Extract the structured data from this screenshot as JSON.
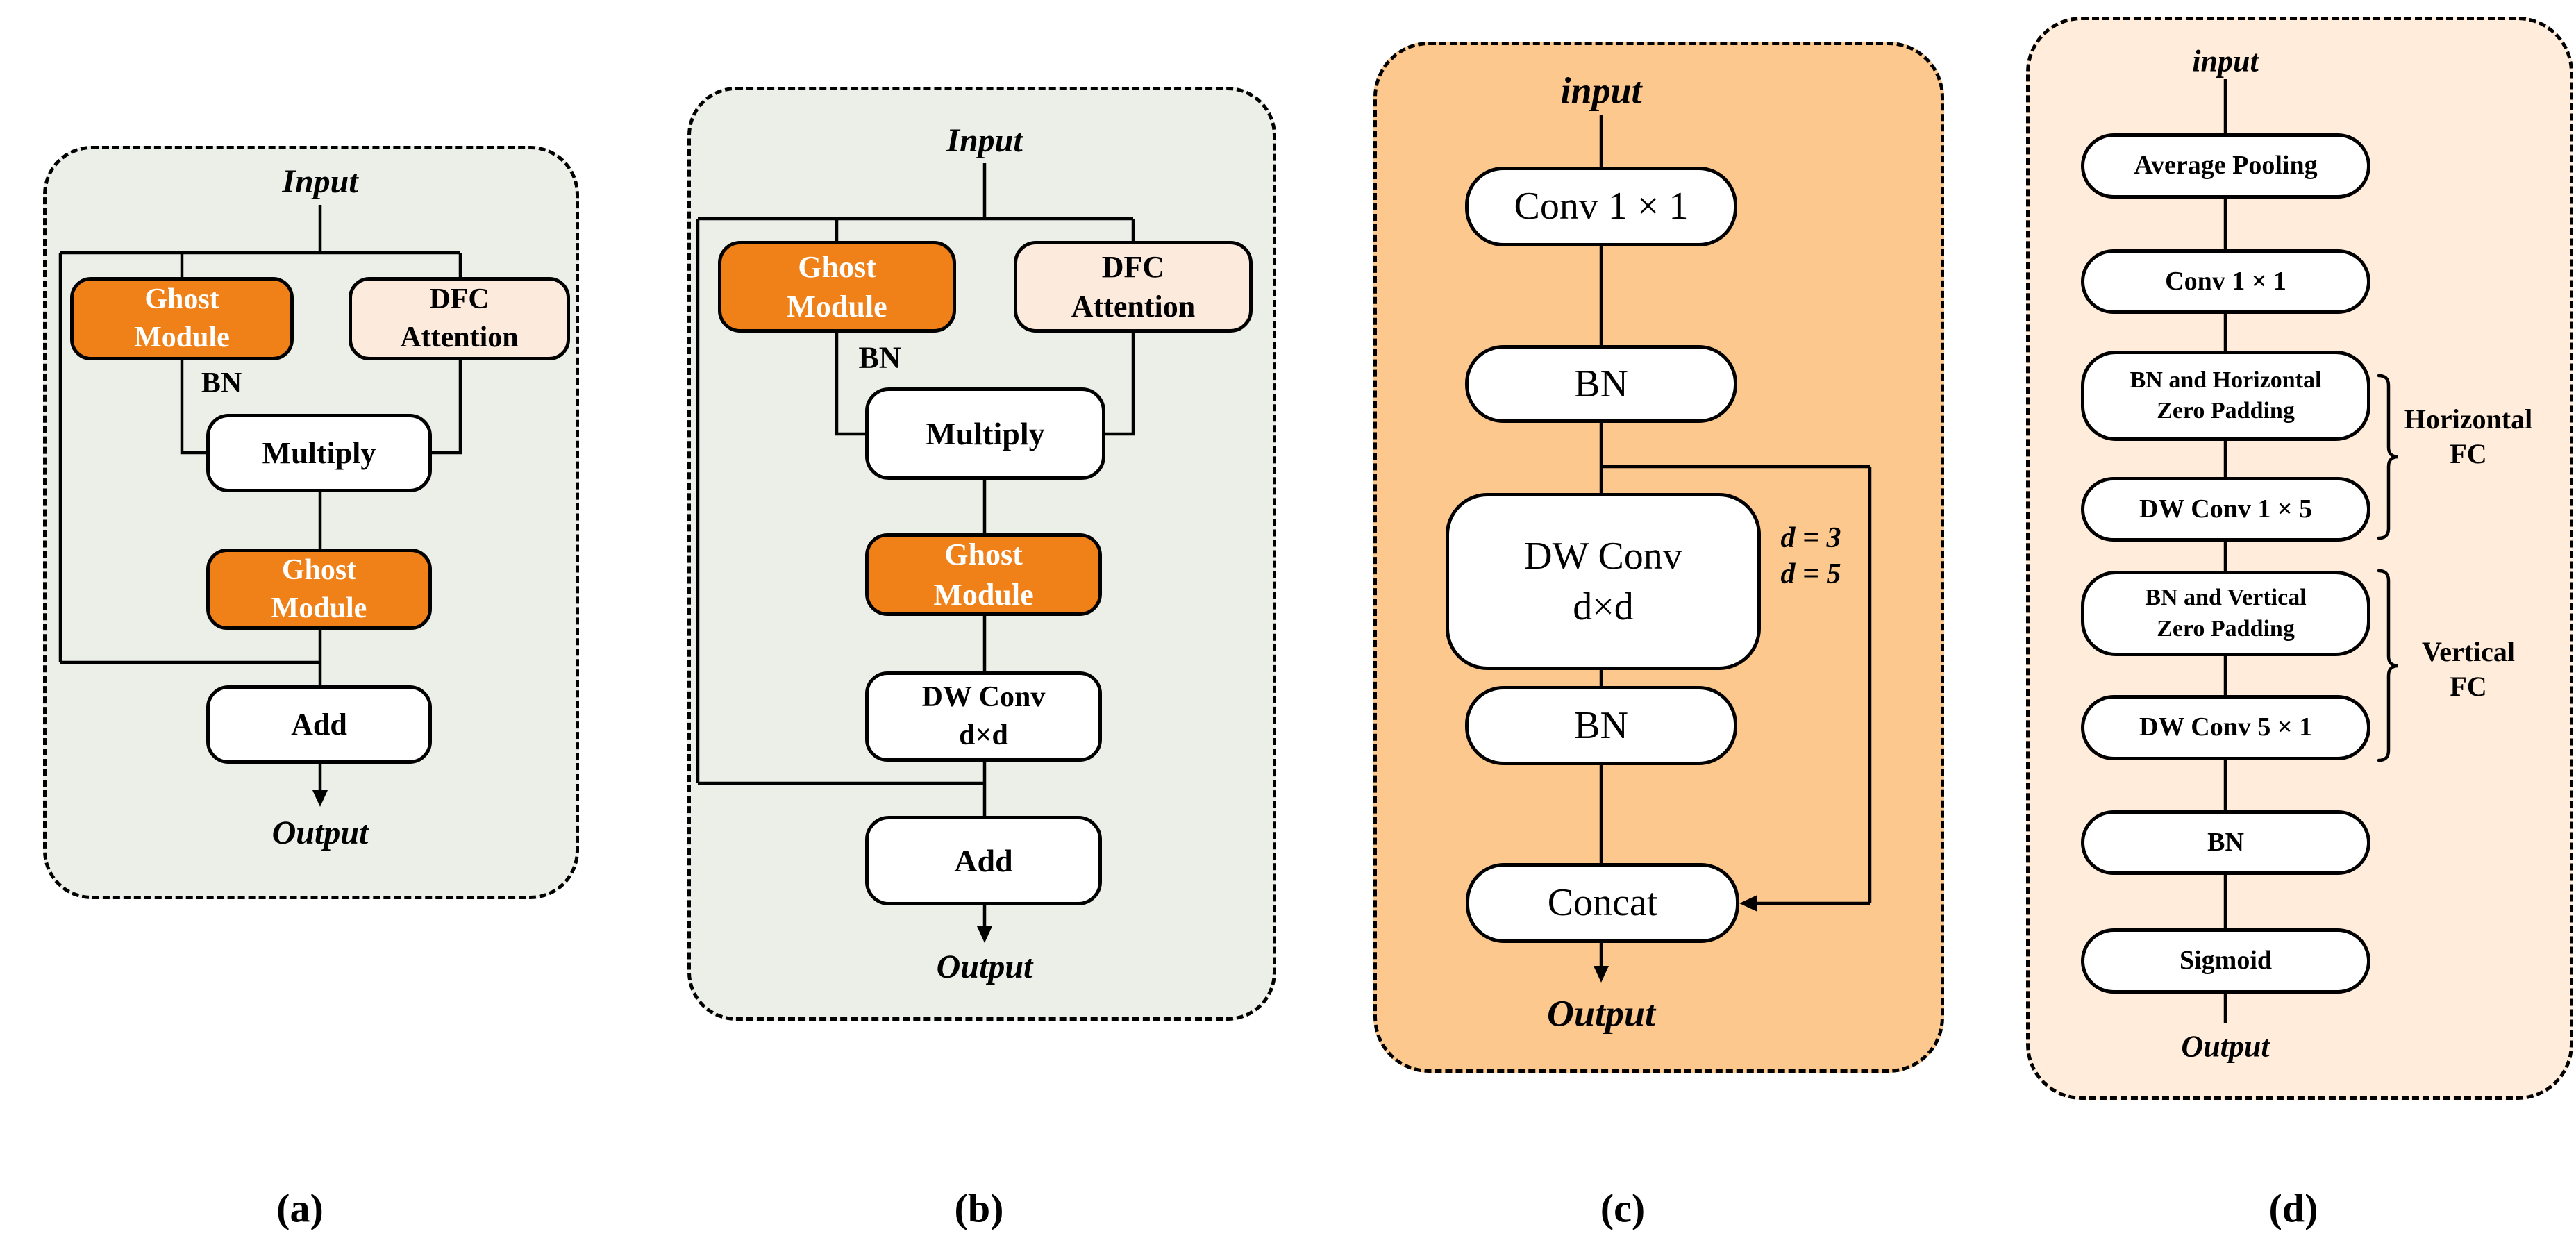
{
  "figure": {
    "captions": {
      "a": "(a)",
      "b": "(b)",
      "c": "(c)",
      "d": "(d)"
    },
    "panel_a": {
      "input": "Input",
      "ghost_module_top": "Ghost\nModule",
      "dfc_attention": "DFC\nAttention",
      "bn": "BN",
      "multiply": "Multiply",
      "ghost_module_bottom": "Ghost\nModule",
      "add": "Add",
      "output": "Output"
    },
    "panel_b": {
      "input": "Input",
      "ghost_module_top": "Ghost\nModule",
      "dfc_attention": "DFC\nAttention",
      "bn": "BN",
      "multiply": "Multiply",
      "ghost_module_bottom": "Ghost\nModule",
      "dw_conv": "DW Conv\nd×d",
      "add": "Add",
      "output": "Output"
    },
    "panel_c": {
      "input": "input",
      "conv1x1": "Conv 1 × 1",
      "bn1": "BN",
      "dw_conv": "DW Conv\nd×d",
      "d3": "d = 3",
      "d5": "d = 5",
      "bn2": "BN",
      "concat": "Concat",
      "output": "Output"
    },
    "panel_d": {
      "input": "input",
      "avg_pool": "Average Pooling",
      "conv1x1": "Conv 1 × 1",
      "bn_horizontal": "BN and Horizontal\nZero Padding",
      "dw_conv_1x5": "DW Conv 1 × 5",
      "bn_vertical": "BN and Vertical\nZero Padding",
      "dw_conv_5x1": "DW Conv 5 × 1",
      "bn": "BN",
      "sigmoid": "Sigmoid",
      "horizontal_fc": "Horizontal\nFC",
      "vertical_fc": "Vertical\nFC",
      "output": "Output"
    },
    "colors": {
      "panel_ab_bg": "#ECEFE8",
      "panel_c_bg": "#FDC88D",
      "panel_d_bg": "#FFECDA",
      "ghost_orange": "#F08118",
      "dfc_peach": "#FCEADC",
      "box_white": "#FFFFFF",
      "line_black": "#000000"
    }
  }
}
